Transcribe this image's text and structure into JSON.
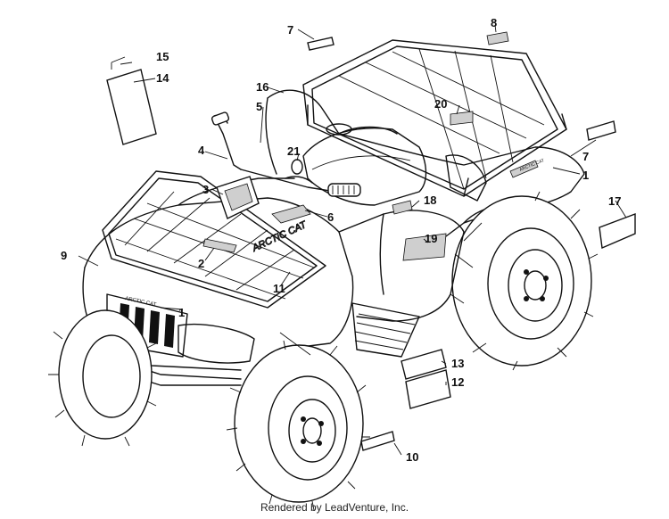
{
  "callouts": {
    "c1a": "1",
    "c1b": "1",
    "c2": "2",
    "c3": "3",
    "c4": "4",
    "c5": "5",
    "c6": "6",
    "c7a": "7",
    "c7b": "7",
    "c8": "8",
    "c9": "9",
    "c10": "10",
    "c11": "11",
    "c12": "12",
    "c13": "13",
    "c14": "14",
    "c15": "15",
    "c16": "16",
    "c17": "17",
    "c18": "18",
    "c19": "19",
    "c20": "20",
    "c21": "21"
  },
  "decal_text": {
    "brand": "ARCTIC CAT",
    "fender": "ARCTIC CAT",
    "grille": "ARCTIC CAT"
  },
  "footer": {
    "credit": "Rendered by LeadVenture, Inc."
  }
}
